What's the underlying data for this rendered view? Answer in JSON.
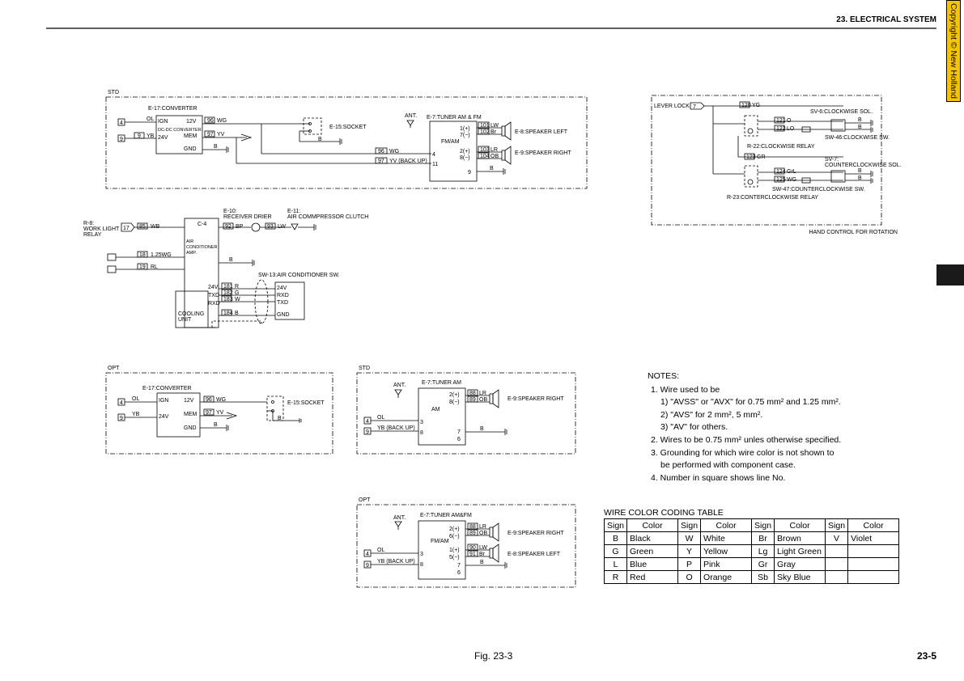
{
  "header": {
    "section": "23. ELECTRICAL SYSTEM",
    "copyright": "Copyright © New Holland"
  },
  "footer": {
    "figure": "Fig. 23-3",
    "page": "23-5"
  },
  "notes": {
    "title": "NOTES:",
    "items": [
      "1. Wire used to be",
      "1) \"AVSS\" or \"AVX\" for 0.75 mm² and 1.25 mm².",
      "2) \"AVS\" for 2 mm², 5 mm².",
      "3) \"AV\" for others.",
      "2. Wires to be 0.75 mm² unles otherwise specified.",
      "3. Grounding for which wire color is not shown to",
      "be performed with component case.",
      "4. Number in square shows line No."
    ]
  },
  "wire_table": {
    "title": "WIRE COLOR CODING TABLE",
    "headers": [
      "Sign",
      "Color",
      "Sign",
      "Color",
      "Sign",
      "Color",
      "Sign",
      "Color"
    ],
    "rows": [
      [
        "B",
        "Black",
        "W",
        "White",
        "Br",
        "Brown",
        "V",
        "Violet"
      ],
      [
        "G",
        "Green",
        "Y",
        "Yellow",
        "Lg",
        "Light Green",
        "",
        ""
      ],
      [
        "L",
        "Blue",
        "P",
        "Pink",
        "Gr",
        "Gray",
        "",
        ""
      ],
      [
        "R",
        "Red",
        "O",
        "Orange",
        "Sb",
        "Sky Blue",
        "",
        ""
      ]
    ]
  },
  "std_converter": {
    "label": "STD",
    "converter": "E-17:CONVERTER",
    "dcdc": "DC-DC CONVERTER",
    "pins": [
      "IGN",
      "12V",
      "MEM",
      "24V",
      "GND"
    ],
    "in_lines": [
      "4",
      "OL",
      "9",
      "9",
      "YB"
    ],
    "out_lines": [
      "96",
      "WG",
      "97",
      "YV",
      "B"
    ],
    "socket": "E-15:SOCKET",
    "socket_b": "B",
    "ant": "ANT.",
    "tuner": "E-7:TUNER AM & FM",
    "fmam": "FM/AM",
    "tuner_pins": [
      "1(+)",
      "7(−)",
      "2(+)",
      "8(−)",
      "4",
      "11",
      "9"
    ],
    "spk_lines": [
      "101",
      "LW",
      "102",
      "Br",
      "103",
      "LR",
      "104",
      "OB",
      "B"
    ],
    "spk_left": "E-8:SPEAKER LEFT",
    "spk_right": "E-9:SPEAKER RIGHT",
    "feed": [
      "96",
      "WG",
      "97",
      "YV (BACK UP)"
    ]
  },
  "aircon": {
    "relay": "R-8:",
    "relay2": "WORK LIGHT",
    "relay3": "RELAY",
    "relay_pin": "17",
    "line85": "85",
    "wb": "WB",
    "c4": "C-4",
    "amp": [
      "AIR",
      "CONDITIONER",
      "AMP."
    ],
    "l18": "18",
    "l18w": "1.25WG",
    "l19": "19",
    "l19w": "RL",
    "drier": [
      "E-10:",
      "RECEIVER DRIER"
    ],
    "clutch": [
      "E-11:",
      "AIR COMMPRESSOR CLUTCH"
    ],
    "d92": "92",
    "bp": "BP",
    "d93": "93",
    "lw": "LW",
    "b": "B",
    "sw": "SW-13:AIR CONDITIONER SW.",
    "pins": [
      "24V",
      "TXD",
      "RXD"
    ],
    "lines": [
      "181",
      "R",
      "182",
      "G",
      "183",
      "W",
      "184",
      "B"
    ],
    "swpins": [
      "24V",
      "RXD",
      "TXD",
      "GND"
    ],
    "cooling": [
      "COOLING",
      "UNIT"
    ]
  },
  "hand": {
    "lever": "LEVER LOCK",
    "pin": "7",
    "l120": "120",
    "yg": "YG",
    "sv6": "SV-6:CLOCKWISE SOL.",
    "l121": "121",
    "o": "O",
    "l122": "122",
    "lo": "LO",
    "sw46": "SW-46:CLOCKWISE SW.",
    "r22": "R-22:CLOCKWISE RELAY",
    "l123": "123",
    "gr": "GR",
    "sv7": [
      "SV-7:",
      "COUNTERCLOCKWISE SOL."
    ],
    "l124": "124",
    "grl": "GrL",
    "l125": "125",
    "wg": "WG",
    "sw47": "SW-47:COUNTERCLOCKWISE SW.",
    "r23": "R-23:CONTERCLOCKWISE RELAY",
    "b": "B",
    "caption": "HAND CONTROL FOR ROTATION"
  },
  "opt_converter": {
    "label": "OPT",
    "converter": "E-17:CONVERTER",
    "pins": [
      "IGN",
      "12V",
      "MEM",
      "24V",
      "GND"
    ],
    "in_lines": [
      "4",
      "OL",
      "9",
      "YB"
    ],
    "out_lines": [
      "96",
      "WG",
      "97",
      "YV",
      "B"
    ],
    "socket": "E-15:SOCKET",
    "socket_b": "B"
  },
  "std_tuner": {
    "label": "STD",
    "ant": "ANT.",
    "tuner": "E-7:TUNER AM",
    "am": "AM",
    "pins": [
      "2(+)",
      "8(−)",
      "3",
      "8",
      "7",
      "6"
    ],
    "lines": [
      "88",
      "LR",
      "89",
      "OB",
      "B"
    ],
    "spk": "E-9:SPEAKER RIGHT",
    "in_lines": [
      "4",
      "OL",
      "9",
      "YB (BACK UP)"
    ]
  },
  "opt_tuner": {
    "label": "OPT",
    "ant": "ANT.",
    "tuner": "E-7:TUNER AM&FM",
    "fmam": "FM/AM",
    "pins": [
      "2(+)",
      "6(−)",
      "1(+)",
      "5(−)",
      "3",
      "8",
      "7",
      "6"
    ],
    "lines": [
      "88",
      "LR",
      "89",
      "OB",
      "90",
      "LW",
      "91",
      "Br",
      "B"
    ],
    "spk_right": "E-9:SPEAKER RIGHT",
    "spk_left": "E-8:SPEAKER LEFT",
    "in_lines": [
      "4",
      "OL",
      "9",
      "YB (BACK UP)"
    ]
  }
}
